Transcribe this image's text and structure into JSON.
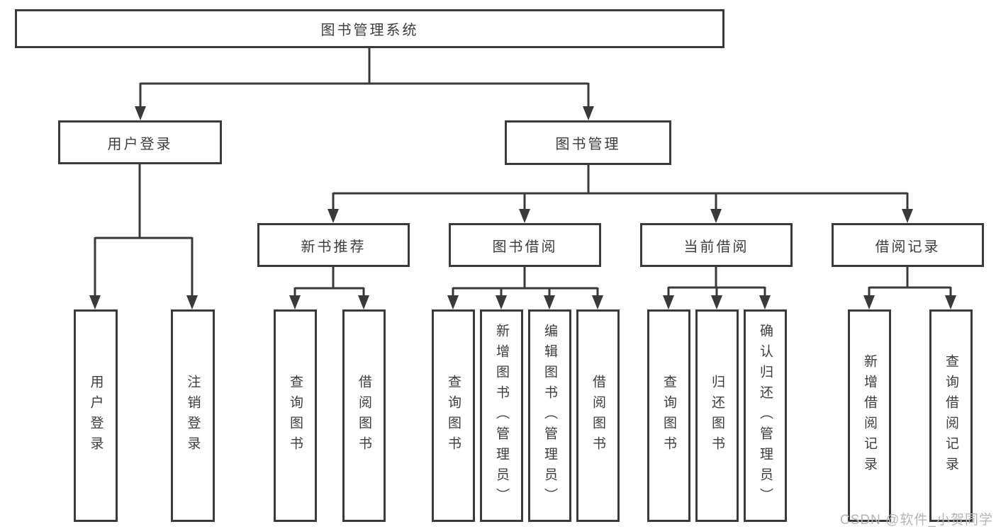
{
  "tree": {
    "root": {
      "label": "图书管理系统",
      "children": [
        {
          "label": "用户登录",
          "children": [
            {
              "label": "用户登录"
            },
            {
              "label": "注销登录"
            }
          ]
        },
        {
          "label": "图书管理",
          "children": [
            {
              "label": "新书推荐",
              "children": [
                {
                  "label": "查询图书"
                },
                {
                  "label": "借阅图书"
                }
              ]
            },
            {
              "label": "图书借阅",
              "children": [
                {
                  "label": "查询图书"
                },
                {
                  "label": "新增图书（管理员）"
                },
                {
                  "label": "编辑图书（管理员）"
                },
                {
                  "label": "借阅图书"
                }
              ]
            },
            {
              "label": "当前借阅",
              "children": [
                {
                  "label": "查询图书"
                },
                {
                  "label": "归还图书"
                },
                {
                  "label": "确认归还（管理员）"
                }
              ]
            },
            {
              "label": "借阅记录",
              "children": [
                {
                  "label": "新增借阅记录"
                },
                {
                  "label": "查询借阅记录"
                }
              ]
            }
          ]
        }
      ]
    }
  },
  "watermark": "CSDN @软件_小贺同学",
  "colors": {
    "line": "#3a3a3a",
    "text": "#3d3d3f",
    "watermark": "#b4b4b6",
    "background": "#ffffff"
  }
}
